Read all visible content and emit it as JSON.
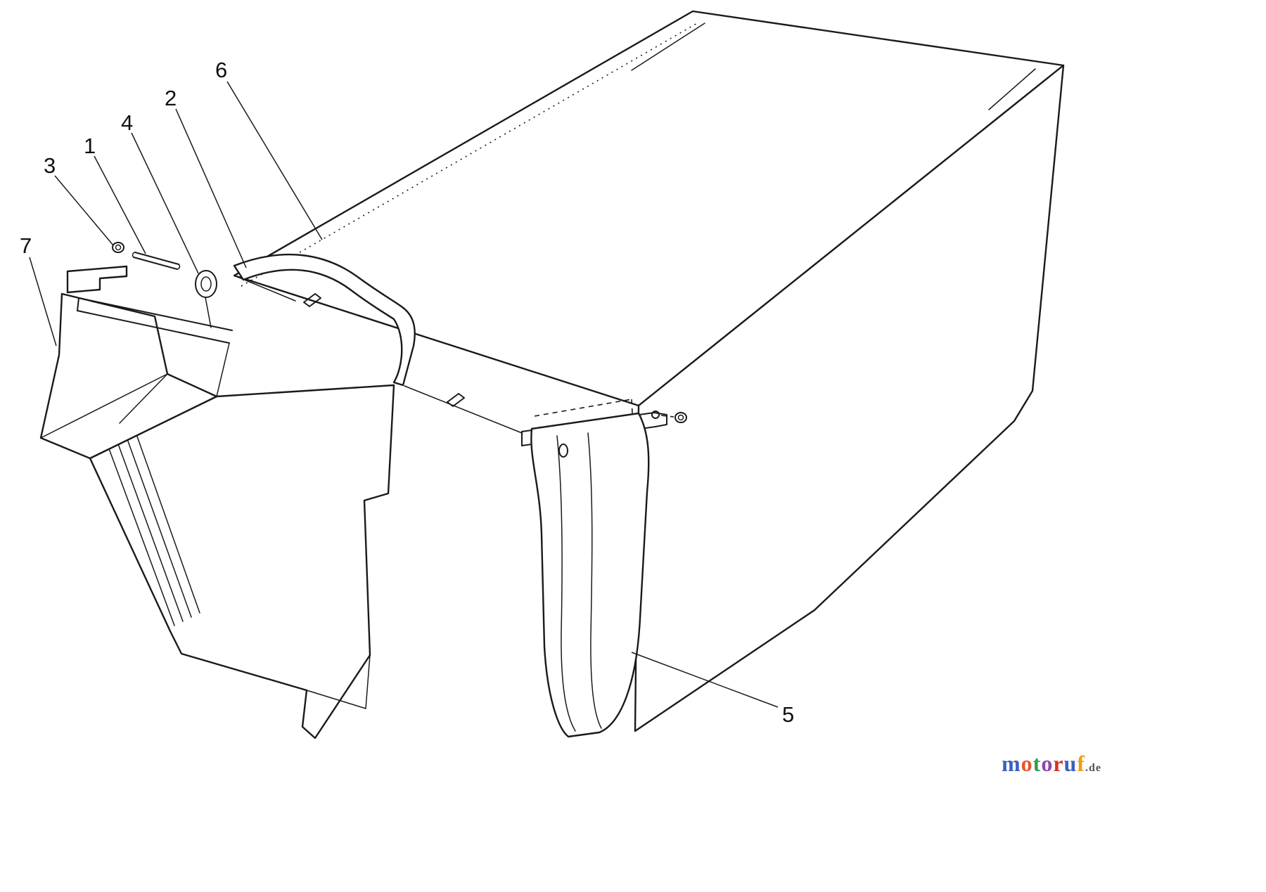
{
  "diagram": {
    "kind": "exploded-parts-line-drawing",
    "subject": "grass-bag-assembly",
    "line_color": "#1a1a1a",
    "background_color": "#ffffff"
  },
  "callouts": [
    {
      "label": "1"
    },
    {
      "label": "2"
    },
    {
      "label": "3"
    },
    {
      "label": "4"
    },
    {
      "label": "5"
    },
    {
      "label": "6"
    },
    {
      "label": "7"
    }
  ],
  "logo": {
    "letters": [
      {
        "char": "m",
        "style": "color:#3b5fc0"
      },
      {
        "char": "o",
        "style": "color:#e4572e"
      },
      {
        "char": "t",
        "style": "color:#2e9e4f"
      },
      {
        "char": "o",
        "style": "color:#8e44ad"
      },
      {
        "char": "r",
        "style": "color:#d93025"
      },
      {
        "char": "u",
        "style": "color:#3b5fc0"
      },
      {
        "char": "f",
        "style": "color:#f39c12"
      }
    ],
    "suffix": ".de"
  }
}
